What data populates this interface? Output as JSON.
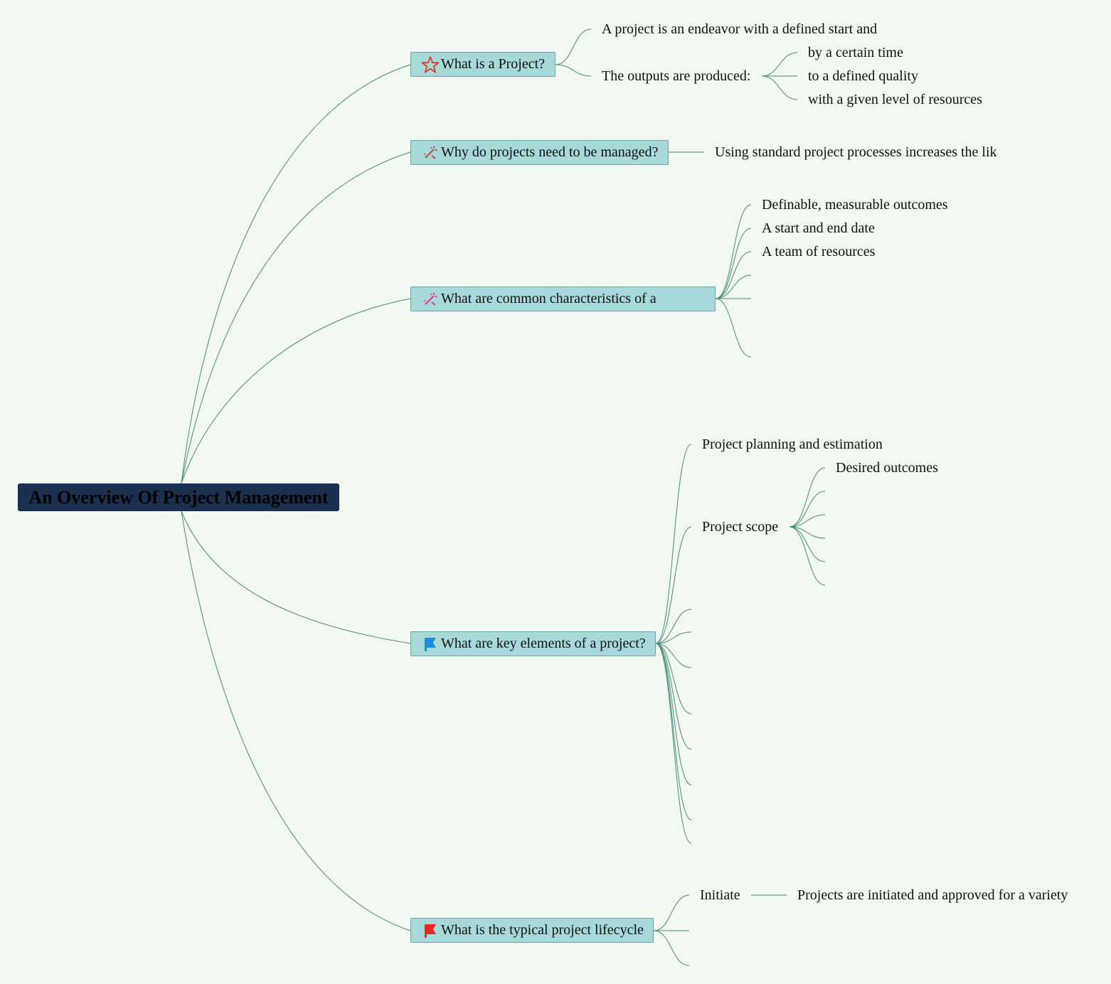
{
  "root": {
    "label": "An Overview Of Project Management"
  },
  "branches": [
    {
      "label": "What is a Project?",
      "icon": "star-icon",
      "children": [
        {
          "label": "A project is an endeavor with a defined start and"
        },
        {
          "label": "The outputs are produced:",
          "children": [
            {
              "label": "by a certain time"
            },
            {
              "label": "to a defined quality"
            },
            {
              "label": "with a given level of resources"
            }
          ]
        }
      ]
    },
    {
      "label": "Why do projects need to be managed?",
      "icon": "magic-wand-icon",
      "children": [
        {
          "label": "Using standard project processes increases the lik"
        }
      ]
    },
    {
      "label": "What are common characteristics of a",
      "icon": "magic-wand-icon",
      "children": [
        {
          "label": "Definable, measurable outcomes"
        },
        {
          "label": "A start and end date"
        },
        {
          "label": "A team of resources"
        }
      ]
    },
    {
      "label": "What are key elements of a project?",
      "icon": "blue-flag-icon",
      "children": [
        {
          "label": "Project planning and estimation"
        },
        {
          "label": "Project scope",
          "children": [
            {
              "label": "Desired outcomes"
            }
          ]
        }
      ]
    },
    {
      "label": "What is the typical project lifecycle",
      "icon": "red-flag-icon",
      "children": [
        {
          "label": "Initiate",
          "children": [
            {
              "label": "Projects are initiated and approved for a variety"
            }
          ]
        }
      ]
    }
  ],
  "colors": {
    "background": "#f0f8ef",
    "root_fill": "#1b2f4e",
    "branch_fill": "#a7d9da",
    "connector": "#4a8a78"
  }
}
